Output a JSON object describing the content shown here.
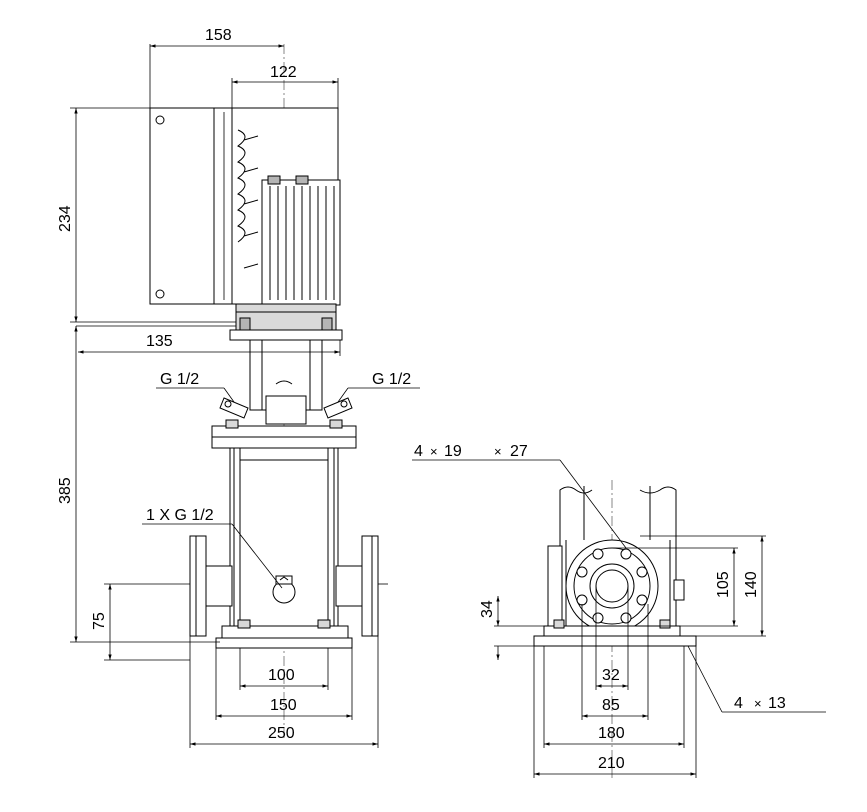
{
  "side_view": {
    "dim_overall_width": "158",
    "dim_motor_width": "122",
    "dim_motor_height": "234",
    "dim_base_offset": "135",
    "dim_pump_height": "385",
    "dim_inlet_height": "75",
    "dim_foot_inner": "100",
    "dim_foot_outer": "150",
    "dim_flange_span": "250",
    "label_port_left": "G 1/2",
    "label_port_right": "G 1/2",
    "label_drain": "1 X G 1/2"
  },
  "base_view": {
    "label_flange_holes_count": "4",
    "label_times_1": "×",
    "label_flange_holes_dia": "19",
    "label_times_2": "×",
    "label_flange_holes_depth": "27",
    "dim_flange_height": "34",
    "dim_bolt_circle": "105",
    "dim_flange_dia": "140",
    "dim_bore": "32",
    "dim_pcd": "85",
    "dim_base_inner": "180",
    "dim_base_outer": "210",
    "label_foot_holes_count": "4",
    "label_times_3": "×",
    "label_foot_holes_dia": "13"
  }
}
